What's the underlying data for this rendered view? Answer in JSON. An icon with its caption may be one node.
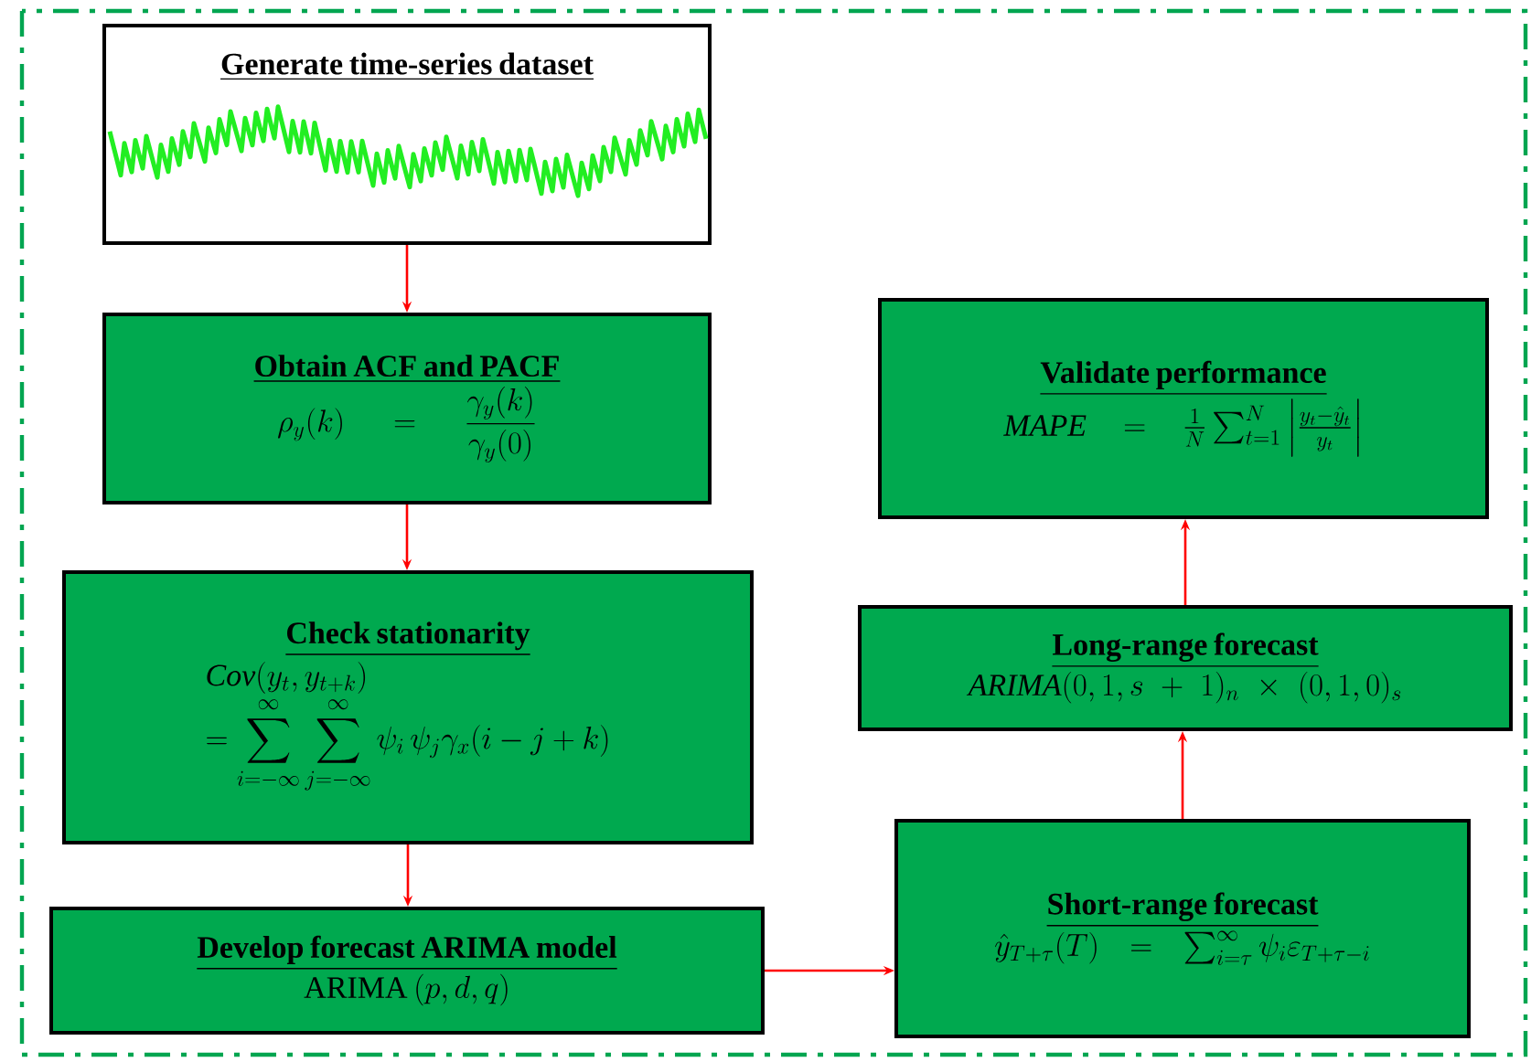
{
  "diagram": {
    "nodes": [
      {
        "text": [
          "Generate time-series dataset"
        ]
      },
      {
        "text": [
          "Obtain ACF and PACF",
          "\\rho_y(k) = \\dfrac{\\gamma_y(k)}{\\gamma_y(0)}"
        ]
      },
      {
        "text": [
          "Check stationarity",
          "\\begin{array}{l} \\mathit{Cov}(y_t, y_{t+k}) \\\\ = \\displaystyle\\sum_{i=-\\infty}^{\\infty}\\sum_{j=-\\infty}^{\\infty} \\psi_i\\, \\psi_j \\gamma_x(i-j+k) \\end{array}"
        ]
      },
      {
        "text": [
          "Develop forecast ARIMA model",
          "\\mathrm{ARIMA}\\ (p,d,q)"
        ]
      },
      {
        "text": [
          "Short-range forecast",
          "\\hat{y}_{T+\\tau}(T) = \\sum_{i=\\tau}^{\\infty} \\psi_i \\varepsilon_{T+\\tau-i}"
        ]
      },
      {
        "text": [
          "Long-range forecast",
          "\\mathit{ARIMA}(0,1,s+1)_n \\times (0,1,0)_s"
        ]
      },
      {
        "text": [
          "Validate performance",
          "\\mathit{MAPE} = \\frac{1}{N}\\sum_{t=1}^{N}\\left|\\frac{y_t-\\hat{y}_t}{y_t}\\right|"
        ]
      }
    ],
    "edges": [
      {
        "from": 0,
        "to": 1,
        "arrow": "to"
      },
      {
        "from": 1,
        "to": 2,
        "arrow": "to"
      },
      {
        "from": 2,
        "to": 3,
        "arrow": "to"
      },
      {
        "from": 3,
        "to": 4,
        "arrow": "to"
      },
      {
        "from": 4,
        "to": 5,
        "arrow": "to"
      },
      {
        "from": 5,
        "to": 6,
        "arrow": "to"
      }
    ]
  }
}
